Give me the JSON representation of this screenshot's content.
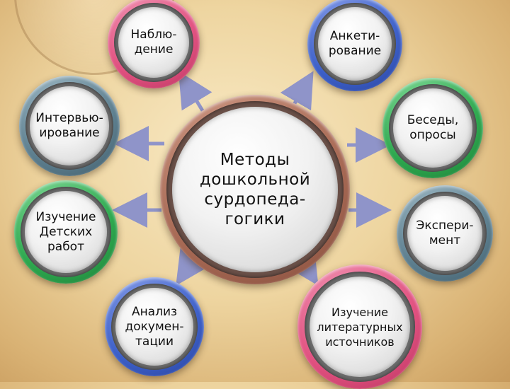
{
  "colors": {
    "pink": "#e0507f",
    "blue": "#3c5fc8",
    "green": "#2da84e",
    "slate": "#5d7f8f",
    "brown": "#a86a55",
    "arrow": "#8f94c9"
  },
  "center": {
    "label": "Методы\nдошкольной\nсурдопеда-\nгогики"
  },
  "nodes": {
    "observation": "Наблю-\nдение",
    "questionnaire": "Анкети-\nрование",
    "interviewing": "Интервью-\nирование",
    "conversations": "Беседы,\nопросы",
    "children_works": "Изучение\nДетских\nработ",
    "experiment": "Экспери-\nмент",
    "documents": "Анализ\nдокумен-\nтации",
    "literature": "Изучение\nлитературных\nисточников"
  }
}
